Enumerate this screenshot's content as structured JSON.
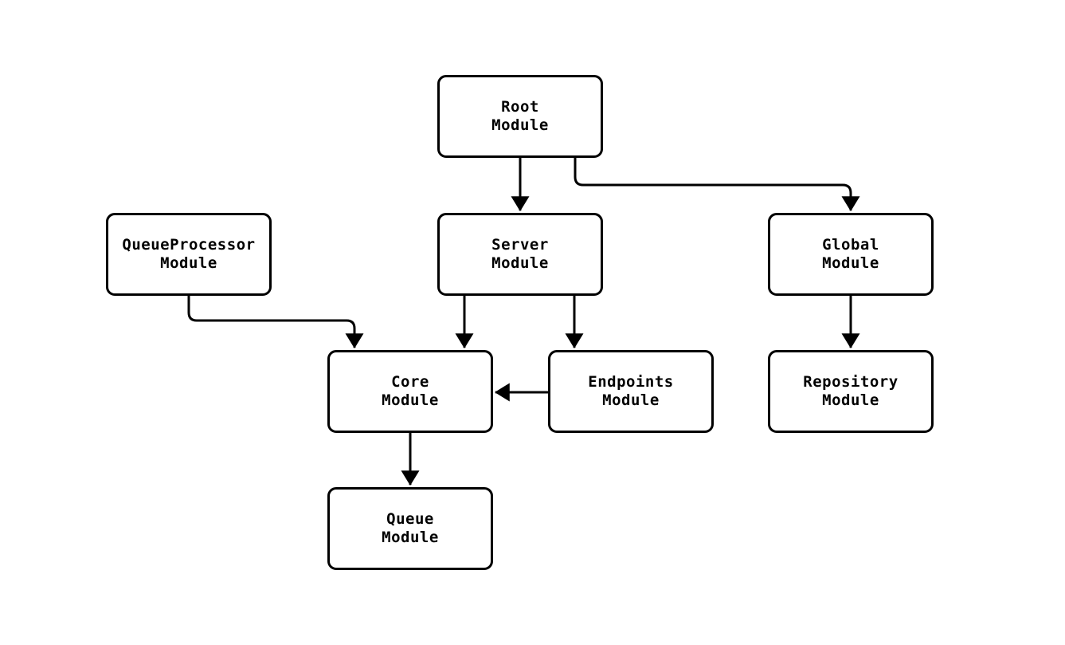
{
  "diagram": {
    "type": "module-dependency-graph",
    "colors": {
      "background": "#ffffff",
      "node_fill": "#ffffff",
      "node_border": "#000000",
      "edge": "#000000",
      "text": "#000000"
    },
    "nodes": {
      "root": {
        "label": "Root\nModule"
      },
      "queueprocessor": {
        "label": "QueueProcessor\nModule"
      },
      "server": {
        "label": "Server\nModule"
      },
      "global": {
        "label": "Global\nModule"
      },
      "core": {
        "label": "Core\nModule"
      },
      "endpoints": {
        "label": "Endpoints\nModule"
      },
      "repository": {
        "label": "Repository\nModule"
      },
      "queue": {
        "label": "Queue\nModule"
      }
    },
    "edges": [
      {
        "from": "root",
        "to": "server"
      },
      {
        "from": "root",
        "to": "global"
      },
      {
        "from": "queueprocessor",
        "to": "core"
      },
      {
        "from": "server",
        "to": "core"
      },
      {
        "from": "server",
        "to": "endpoints"
      },
      {
        "from": "endpoints",
        "to": "core"
      },
      {
        "from": "global",
        "to": "repository"
      },
      {
        "from": "core",
        "to": "queue"
      }
    ]
  }
}
